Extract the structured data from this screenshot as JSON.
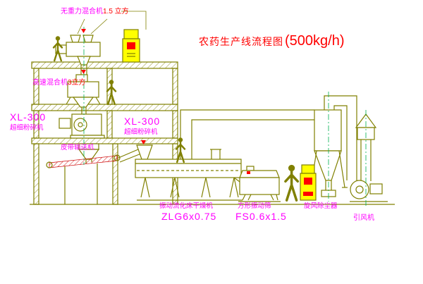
{
  "title": {
    "main": "农药生产线流程图",
    "capacity": "(500kg/h)"
  },
  "labels": {
    "top_mixer": {
      "name": "无重力混合机",
      "spec": "1.5 立方"
    },
    "high_speed_mixer": {
      "name": "高速混合机",
      "spec": "3立方"
    },
    "mill_left": {
      "model": "XL-300",
      "name": "超细粉碎机"
    },
    "mill_mid": {
      "model": "XL-300",
      "name": "超细粉碎机"
    },
    "belt_conveyor": "皮带输送机",
    "dryer": {
      "name": "振动流化床干燥机",
      "model": "ZLG6x0.75"
    },
    "sieve": {
      "name": "方形振动筛",
      "model": "FS0.6x1.5"
    },
    "cyclone": "旋风除尘器",
    "fan": "引风机"
  },
  "colors": {
    "line": "#808000",
    "label": "#ff00ff",
    "title": "#ff0000",
    "cabinet_fill": "#ffff00",
    "marker": "#ff0000",
    "centerline": "#00b050",
    "hatch_red": "#cc0000",
    "background": "#ffffff"
  }
}
